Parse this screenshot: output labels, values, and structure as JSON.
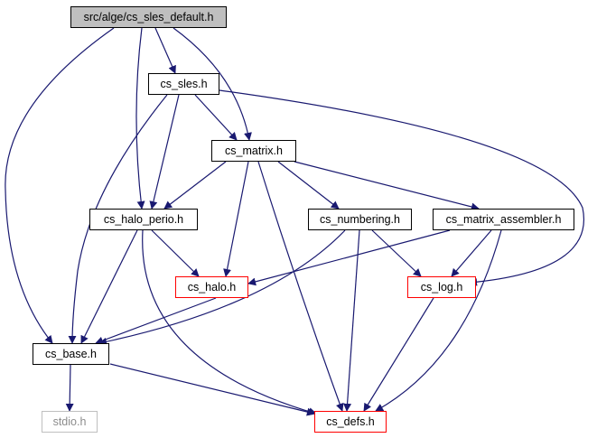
{
  "graph_title": "",
  "nodes": {
    "root": {
      "label": "src/alge/cs_sles_default.h",
      "style": "root"
    },
    "cs_sles": {
      "label": "cs_sles.h",
      "style": "normal"
    },
    "cs_matrix": {
      "label": "cs_matrix.h",
      "style": "normal"
    },
    "cs_halo_perio": {
      "label": "cs_halo_perio.h",
      "style": "normal"
    },
    "cs_numbering": {
      "label": "cs_numbering.h",
      "style": "normal"
    },
    "cs_matrix_assembler": {
      "label": "cs_matrix_assembler.h",
      "style": "normal"
    },
    "cs_halo": {
      "label": "cs_halo.h",
      "style": "red"
    },
    "cs_log": {
      "label": "cs_log.h",
      "style": "red"
    },
    "cs_base": {
      "label": "cs_base.h",
      "style": "normal"
    },
    "stdio": {
      "label": "stdio.h",
      "style": "gray"
    },
    "cs_defs": {
      "label": "cs_defs.h",
      "style": "red"
    }
  },
  "edges": [
    [
      "root",
      "cs_sles"
    ],
    [
      "root",
      "cs_matrix"
    ],
    [
      "root",
      "cs_halo_perio"
    ],
    [
      "root",
      "cs_base"
    ],
    [
      "cs_sles",
      "cs_matrix"
    ],
    [
      "cs_sles",
      "cs_halo_perio"
    ],
    [
      "cs_sles",
      "cs_base"
    ],
    [
      "cs_sles",
      "cs_log"
    ],
    [
      "cs_matrix",
      "cs_halo_perio"
    ],
    [
      "cs_matrix",
      "cs_halo"
    ],
    [
      "cs_matrix",
      "cs_numbering"
    ],
    [
      "cs_matrix",
      "cs_matrix_assembler"
    ],
    [
      "cs_matrix",
      "cs_defs"
    ],
    [
      "cs_halo_perio",
      "cs_halo"
    ],
    [
      "cs_halo_perio",
      "cs_base"
    ],
    [
      "cs_halo_perio",
      "cs_defs"
    ],
    [
      "cs_numbering",
      "cs_base"
    ],
    [
      "cs_numbering",
      "cs_log"
    ],
    [
      "cs_numbering",
      "cs_defs"
    ],
    [
      "cs_matrix_assembler",
      "cs_halo"
    ],
    [
      "cs_matrix_assembler",
      "cs_log"
    ],
    [
      "cs_matrix_assembler",
      "cs_defs"
    ],
    [
      "cs_halo",
      "cs_base"
    ],
    [
      "cs_log",
      "cs_defs"
    ],
    [
      "cs_base",
      "stdio"
    ],
    [
      "cs_base",
      "cs_defs"
    ]
  ],
  "colors": {
    "edge": "#191970",
    "node_border": "#000000",
    "node_border_red": "#ff0000",
    "node_border_gray": "#bfbfbf",
    "root_fill": "#bfbfbf",
    "stdio_text": "#8c8c8c"
  }
}
